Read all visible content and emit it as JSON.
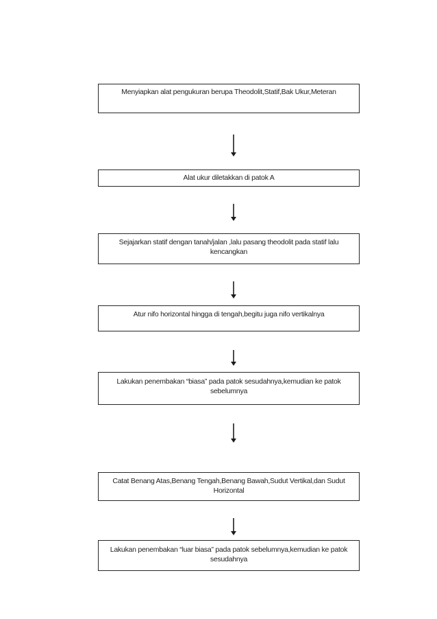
{
  "page": {
    "background_color": "#ffffff",
    "box_border_color": "#262626",
    "text_color": "#1f1f1f",
    "arrow_color": "#4a4a4a"
  },
  "flowchart": {
    "type": "flowchart",
    "direction": "top-to-bottom",
    "steps": [
      {
        "id": 1,
        "text": "Menyiapkan alat pengukuran berupa Theodolit,Statif,Bak Ukur,Meteran"
      },
      {
        "id": 2,
        "text": "Alat ukur diletakkan di patok A"
      },
      {
        "id": 3,
        "text": "Sejajarkan statif dengan tanah/jalan ,lalu pasang theodolit pada statif lalu kencangkan"
      },
      {
        "id": 4,
        "text": "Atur nifo horizontal hingga di tengah,begitu juga nifo vertikalnya"
      },
      {
        "id": 5,
        "text": "Lakukan penembakan “biasa” pada patok sesudahnya,kemudian ke patok sebelumnya"
      },
      {
        "id": 6,
        "text": "Catat Benang Atas,Benang Tengah,Benang Bawah,Sudut Vertikal,dan Sudut Horizontal"
      },
      {
        "id": 7,
        "text": "Lakukan penembakan “luar biasa” pada patok sebelumnya,kemudian ke patok sesudahnya"
      }
    ],
    "connectors": [
      {
        "from": 1,
        "to": 2,
        "type": "down-arrow"
      },
      {
        "from": 2,
        "to": 3,
        "type": "down-arrow"
      },
      {
        "from": 3,
        "to": 4,
        "type": "down-arrow"
      },
      {
        "from": 4,
        "to": 5,
        "type": "down-arrow"
      },
      {
        "from": 5,
        "to": 6,
        "type": "down-arrow"
      },
      {
        "from": 6,
        "to": 7,
        "type": "down-arrow"
      }
    ]
  }
}
